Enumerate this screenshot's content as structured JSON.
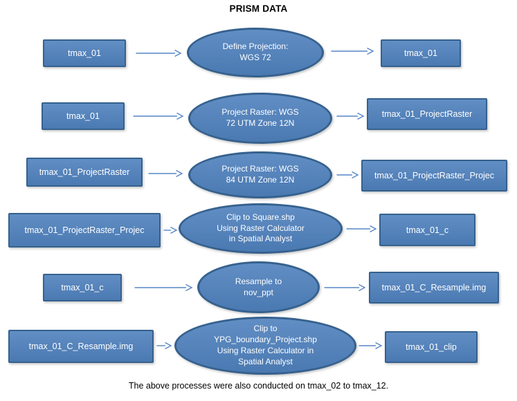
{
  "title": "PRISM DATA",
  "footer_note": "The above processes were also conducted on tmax_02 to tmax_12.",
  "colors": {
    "shape_fill": "#4f81bd",
    "shape_border": "#36618e",
    "shape_text": "#ffffff",
    "arrow": "#5585c5",
    "text": "#000000"
  },
  "rows": [
    {
      "input": "tmax_01",
      "process": "Define Projection:\nWGS 72",
      "output": "tmax_01"
    },
    {
      "input": "tmax_01",
      "process": "Project Raster: WGS\n72 UTM Zone 12N",
      "output": "tmax_01_ProjectRaster"
    },
    {
      "input": "tmax_01_ProjectRaster",
      "process": "Project Raster: WGS\n84 UTM Zone 12N",
      "output": "tmax_01_ProjectRaster_Projec"
    },
    {
      "input": "tmax_01_ProjectRaster_Projec",
      "process": "Clip to Square.shp\nUsing Raster Calculator\nin Spatial Analyst",
      "output": "tmax_01_c"
    },
    {
      "input": "tmax_01_c",
      "process": "Resample to\nnov_ppt",
      "output": "tmax_01_C_Resample.img"
    },
    {
      "input": "tmax_01_C_Resample.img",
      "process": "Clip to\nYPG_boundary_Project.shp\nUsing Raster Calculator in\nSpatial Analyst",
      "output": "tmax_01_clip"
    }
  ]
}
